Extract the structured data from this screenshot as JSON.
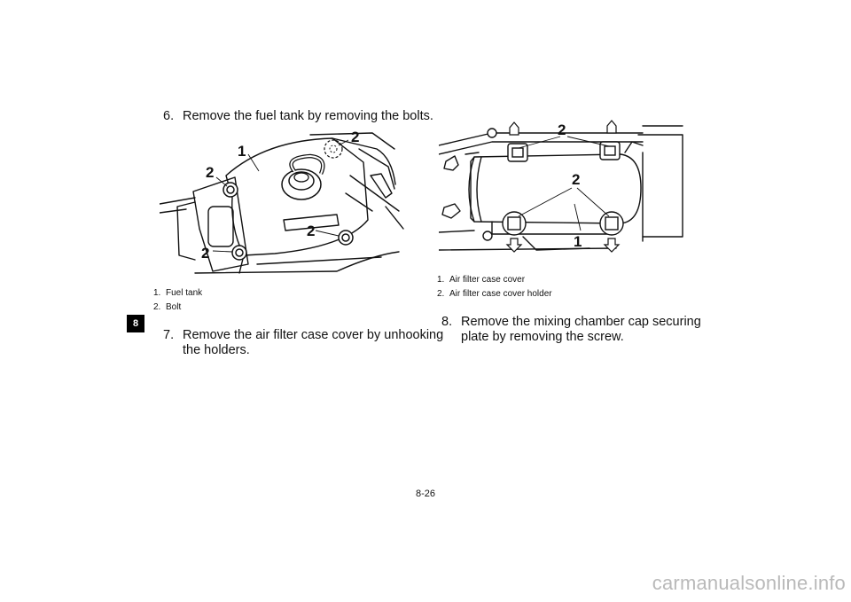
{
  "chapter_tab": "8",
  "left": {
    "step6": {
      "number": "6.",
      "text": "Remove the fuel tank by removing the bolts."
    },
    "figure": {
      "callouts": {
        "fuel_tank": "1",
        "bolt": "2"
      }
    },
    "captions": [
      {
        "number": "1.",
        "text": "Fuel tank"
      },
      {
        "number": "2.",
        "text": "Bolt"
      }
    ],
    "step7": {
      "number": "7.",
      "line1": "Remove the air filter case cover by unhooking",
      "line2": "the holders."
    }
  },
  "right": {
    "figure": {
      "callouts": {
        "cover": "1",
        "holder": "2"
      }
    },
    "captions": [
      {
        "number": "1.",
        "text": "Air filter case cover"
      },
      {
        "number": "2.",
        "text": "Air filter case cover holder"
      }
    ],
    "step8": {
      "number": "8.",
      "line1": "Remove the mixing chamber cap securing",
      "line2": "plate by removing the screw."
    }
  },
  "page_number": "8-26",
  "watermark": "carmanualsonline.info"
}
